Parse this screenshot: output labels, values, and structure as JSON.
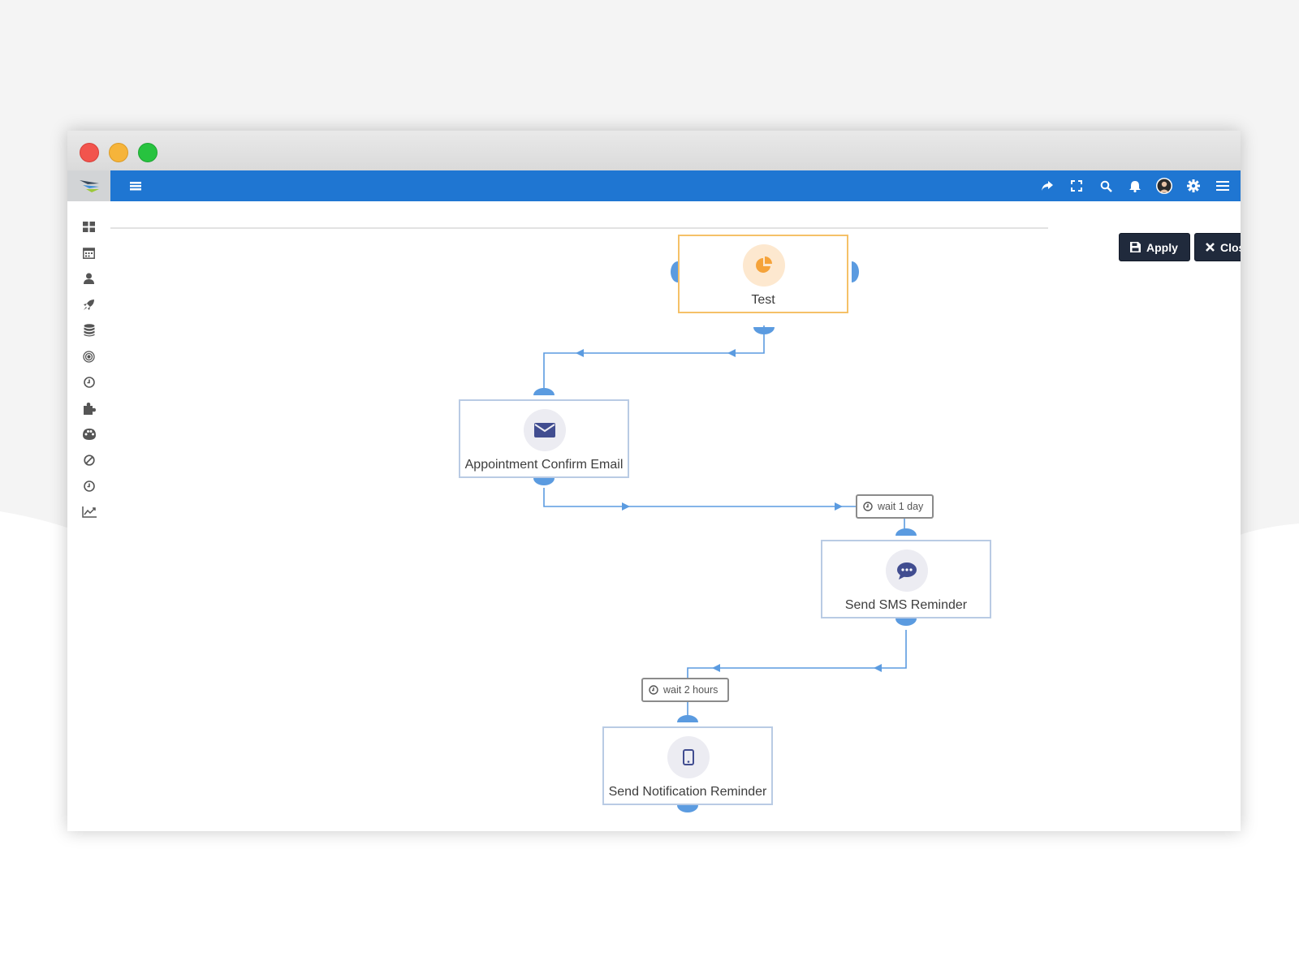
{
  "toolbar": {
    "apply_label": "Apply",
    "close_label": "Close Studio"
  },
  "topbar_icons": [
    "share-icon",
    "fullscreen-icon",
    "search-icon",
    "bell-icon",
    "user-avatar",
    "gear-icon",
    "menu-icon"
  ],
  "sidebar_icons": [
    "dashboard-icon",
    "calendar-icon",
    "user-icon",
    "rocket-icon",
    "database-icon",
    "target-icon",
    "clock-icon",
    "puzzle-icon",
    "palette-icon",
    "ban-icon",
    "history-icon",
    "chart-icon"
  ],
  "flow": {
    "nodes": {
      "test": {
        "label": "Test",
        "icon": "pie-chart-icon"
      },
      "email": {
        "label": "Appointment Confirm Email",
        "icon": "envelope-icon"
      },
      "sms": {
        "label": "Send SMS Reminder",
        "icon": "chat-bubble-icon"
      },
      "notify": {
        "label": "Send Notification Reminder",
        "icon": "mobile-icon"
      }
    },
    "waits": {
      "w1": "wait 1 day",
      "w2": "wait 2 hours"
    }
  },
  "colors": {
    "topbar": "#1f76d2",
    "connector": "#5b9be0",
    "selected_border": "#f5c168",
    "node_border": "#b9cbe4",
    "button_bg": "#202a3c"
  }
}
